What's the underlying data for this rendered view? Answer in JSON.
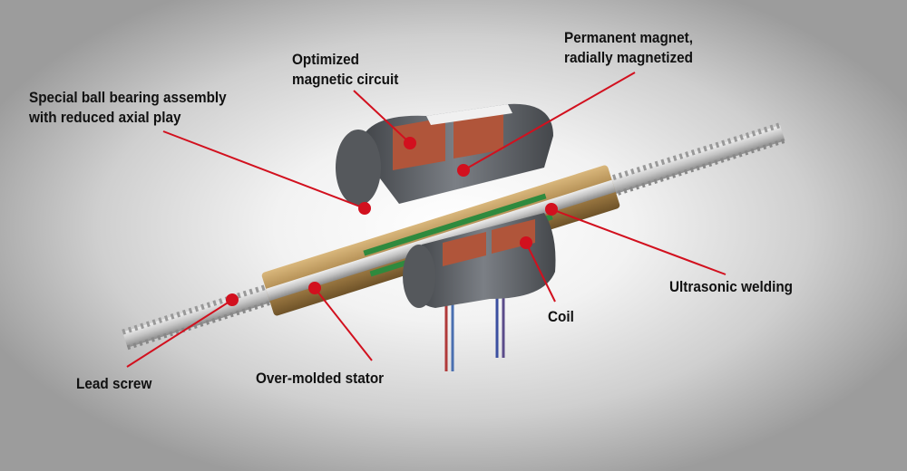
{
  "colors": {
    "callout": "#d2101e",
    "brass": "#b08a4e",
    "screw": "#c9c9c9",
    "housing": "#5d6166",
    "coil": "#b0553a",
    "pcb": "#2f8a3e"
  },
  "labels": {
    "optimized": [
      "Optimized",
      "magnetic circuit"
    ],
    "permanent": [
      "Permanent magnet,",
      "radially magnetized"
    ],
    "bearing": [
      "Special ball bearing assembly",
      "with reduced axial play"
    ],
    "welding": "Ultrasonic welding",
    "coil": "Coil",
    "screw": "Lead screw",
    "stator": "Over-molded stator"
  }
}
